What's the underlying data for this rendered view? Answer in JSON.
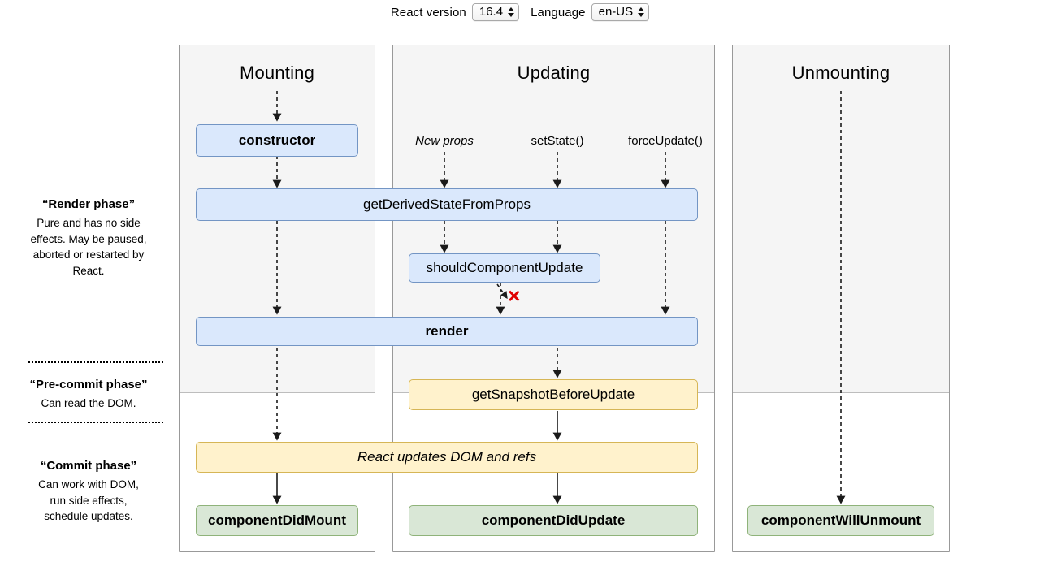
{
  "toolbar": {
    "version_label": "React version",
    "version_value": "16.4",
    "language_label": "Language",
    "language_value": "en-US"
  },
  "phases": [
    {
      "title": "“Render phase”",
      "body": "Pure and has no side effects. May be paused, aborted or restarted by React."
    },
    {
      "title": "“Pre-commit phase”",
      "body": "Can read the DOM."
    },
    {
      "title": "“Commit phase”",
      "body": "Can work with DOM, run side effects, schedule updates."
    }
  ],
  "columns": [
    {
      "title": "Mounting"
    },
    {
      "title": "Updating"
    },
    {
      "title": "Unmounting"
    }
  ],
  "triggers": [
    {
      "label": "New props"
    },
    {
      "label": "setState()"
    },
    {
      "label": "forceUpdate()"
    }
  ],
  "boxes": {
    "constructor": "constructor",
    "get_derived_state_from_props": "getDerivedStateFromProps",
    "should_component_update": "shouldComponentUpdate",
    "render": "render",
    "get_snapshot_before_update": "getSnapshotBeforeUpdate",
    "react_updates_dom": "React updates DOM and refs",
    "component_did_mount": "componentDidMount",
    "component_did_update": "componentDidUpdate",
    "component_will_unmount": "componentWillUnmount"
  },
  "markers": {
    "skip_x": "✕"
  },
  "colors": {
    "blue_fill": "#dae8fc",
    "blue_border": "#7395c4",
    "yellow_fill": "#fff2cc",
    "yellow_border": "#d6b656",
    "green_fill": "#d9e7d6",
    "green_border": "#8fb37a",
    "panel_shade": "#f5f5f5",
    "panel_border": "#999999",
    "skip_x_color": "#e00000"
  }
}
